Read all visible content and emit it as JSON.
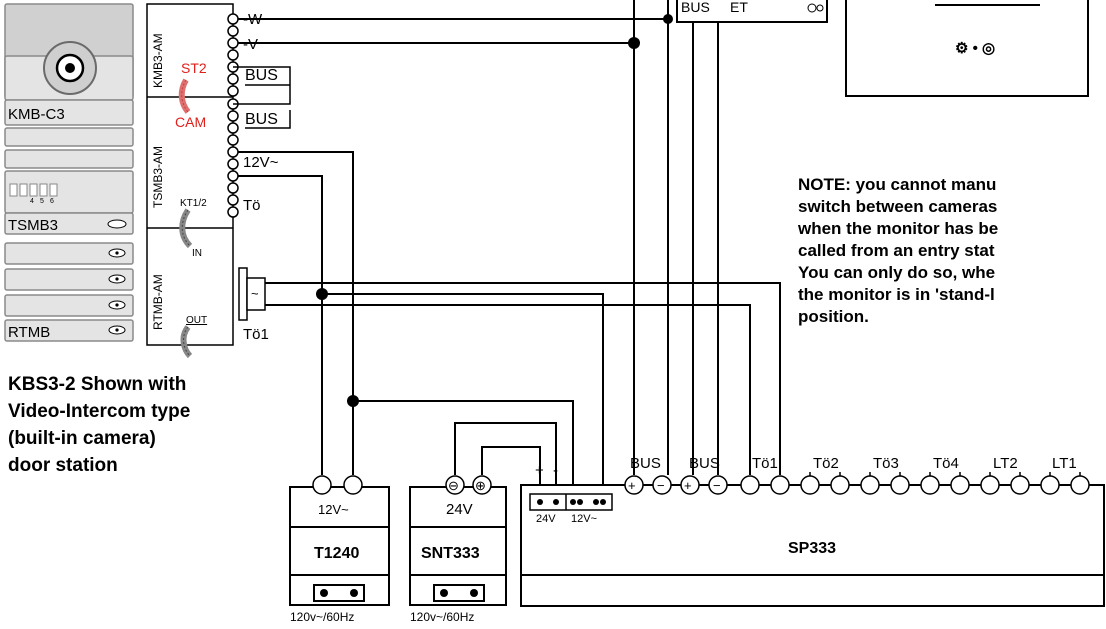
{
  "door_station": {
    "camera_module": "KMB-C3",
    "tsmb_module": "TSMB3",
    "rtmb_module": "RTMB",
    "dip_labels": [
      "4",
      "5",
      "6"
    ]
  },
  "modules": {
    "kmb": "KMB3-AM",
    "tsmb": "TSMB3-AM",
    "rtmb": "RTMB-AM",
    "st2": "ST2",
    "cam": "CAM",
    "kt": "KT1/2",
    "in": "IN",
    "out": "OUT"
  },
  "terminals": {
    "w": "-W",
    "v": "-V",
    "bus1": "BUS",
    "bus2": "BUS",
    "ac12": "12V~",
    "to": "Tö",
    "to1": "Tö1",
    "tilde": "~"
  },
  "caption": [
    "KBS3-2 Shown with",
    "Video-Intercom type",
    "(built-in camera)",
    "door station"
  ],
  "monitor": {
    "bus": "BUS",
    "et": "ET",
    "symbols": "⚙ • ◎"
  },
  "note": [
    "NOTE: you cannot manu",
    "switch between cameras",
    "when the monitor has be",
    "called from an entry stat",
    "You can only do so, whe",
    "the monitor is in 'stand-l",
    "position."
  ],
  "t1240": {
    "name": "T1240",
    "output": "12V~",
    "input": "120v~/60Hz"
  },
  "snt333": {
    "name": "SNT333",
    "output": "24V",
    "input": "120v~/60Hz",
    "minus": "⊖",
    "plus": "⊕"
  },
  "sp333": {
    "name": "SP333",
    "plus": "+",
    "minus": "-",
    "v24": "24V",
    "v12": "12V~",
    "terminal_labels": [
      "BUS",
      "BUS",
      "Tö1",
      "Tö2",
      "Tö3",
      "Tö4",
      "LT2",
      "LT1"
    ]
  }
}
